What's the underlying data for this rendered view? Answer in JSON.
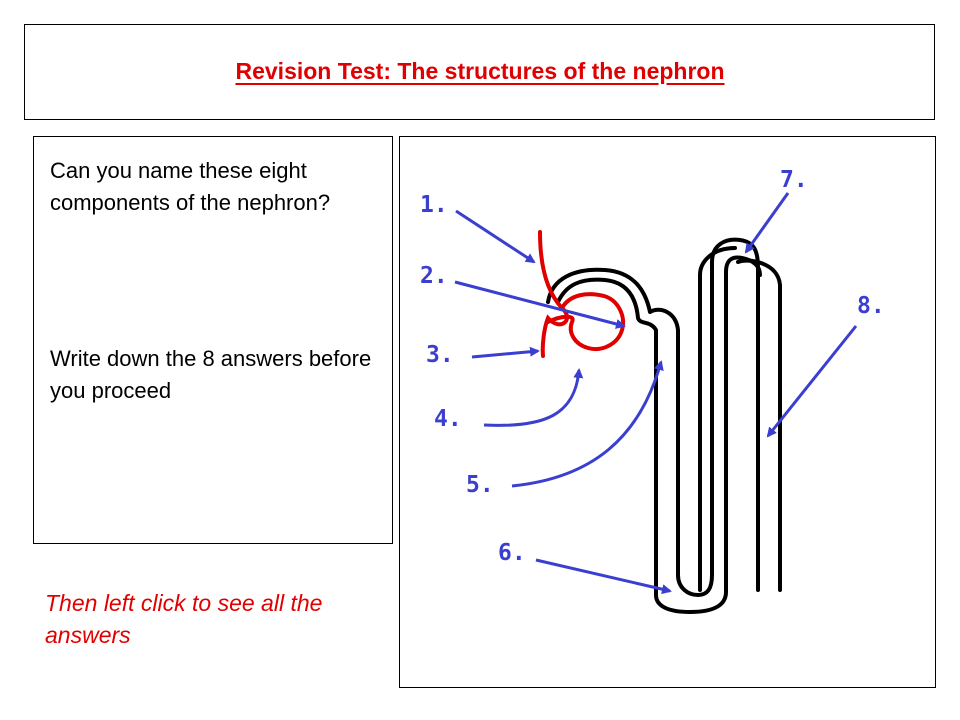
{
  "title": "Revision Test:  The structures of the nephron",
  "question": {
    "line1": "Can you name these eight components of the nephron?",
    "line2": "Write down the 8 answers before you proceed"
  },
  "hint": "Then left click to see all the answers",
  "diagram": {
    "labels": [
      "1.",
      "2.",
      "3.",
      "4.",
      "5.",
      "6.",
      "7.",
      "8."
    ],
    "colors": {
      "arrow": "#3a3fcf",
      "capillary": "#e00000",
      "tubule": "#000000"
    }
  }
}
